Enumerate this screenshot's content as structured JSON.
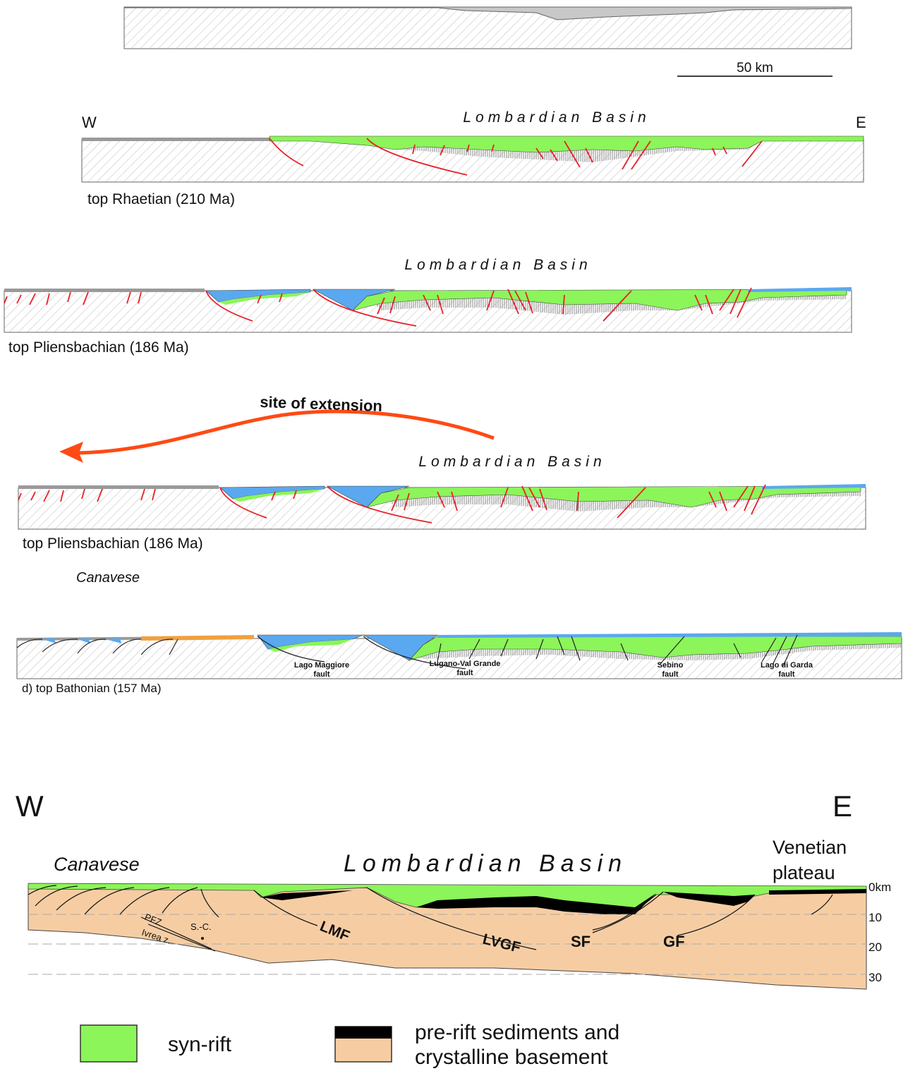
{
  "scale_bar": {
    "label": "50 km"
  },
  "sections": [
    {
      "id": "rhaetian",
      "caption": "top Rhaetian (210 Ma)",
      "basin_title": "Lombardian Basin",
      "west": "W",
      "east": "E"
    },
    {
      "id": "pliensbachian-1",
      "caption": "top Pliensbachian (186 Ma)",
      "basin_title": "Lombardian Basin"
    },
    {
      "id": "pliensbachian-2",
      "caption": "top Pliensbachian (186 Ma)",
      "basin_title": "Lombardian Basin",
      "region_label": "Canavese"
    },
    {
      "id": "bathonian",
      "caption": "d) top Bathonian (157 Ma)",
      "fault_labels": [
        {
          "line1": "Lago Maggiore",
          "line2": "fault"
        },
        {
          "line1": "Lugano-Val Grande",
          "line2": "fault"
        },
        {
          "line1": "Sebino",
          "line2": "fault"
        },
        {
          "line1": "Lago di Garda",
          "line2": "fault"
        }
      ]
    }
  ],
  "arrow": {
    "label": "site of extension",
    "color": "#ff4a14"
  },
  "profile": {
    "west": "W",
    "east": "E",
    "region_west": "Canavese",
    "basin_title": "Lombardian Basin",
    "region_east_line1": "Venetian",
    "region_east_line2": "plateau",
    "depth_ticks": [
      "0km",
      "10",
      "20",
      "30"
    ],
    "faults": [
      "LMF",
      "LVGF",
      "SF",
      "GF"
    ],
    "small_labels": [
      "PFZ",
      "Ivrea z.",
      "S.-C."
    ]
  },
  "legend": [
    {
      "label": "syn-rift",
      "color": "#8cf55a"
    },
    {
      "label_line1": "pre-rift sediments and",
      "label_line2": "crystalline basement",
      "colors": [
        "#000000",
        "#f6cda3"
      ]
    }
  ],
  "colors": {
    "syn_rift": "#8cf55a",
    "post_rift": "#5aa8ef",
    "basement": "#f6cda3",
    "fault": "#e8202a",
    "orange_unit": "#f0a040"
  }
}
